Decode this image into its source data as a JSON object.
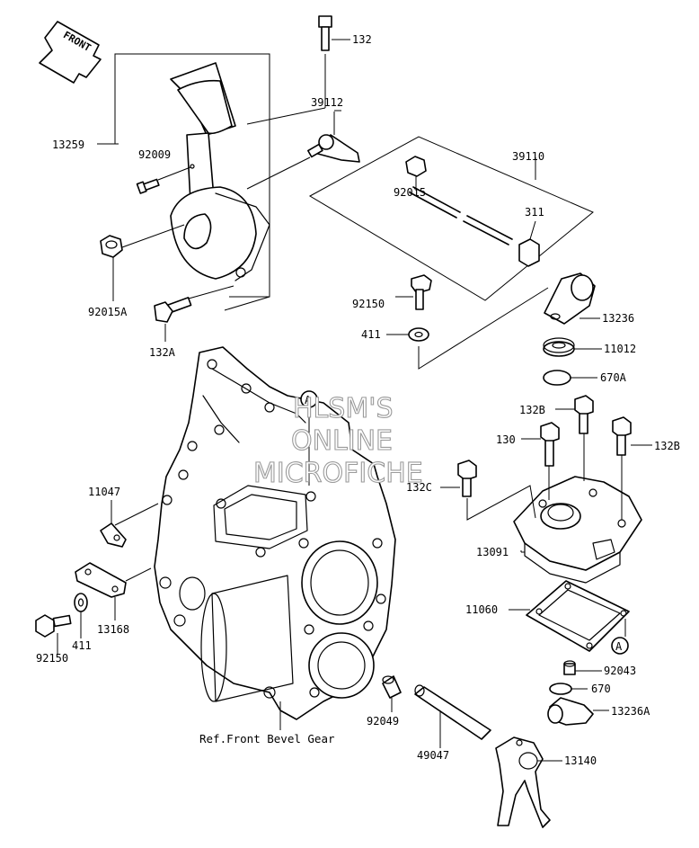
{
  "front_label": "FRONT",
  "watermark": {
    "line1": "HLSM'S",
    "line2": "ONLINE",
    "line3": "MICROFICHE"
  },
  "ref_marker": "A",
  "callouts": {
    "p132": "132",
    "p39112": "39112",
    "p13259": "13259",
    "p92009": "92009",
    "p39110": "39110",
    "p92015": "92015",
    "p311": "311",
    "p92015A": "92015A",
    "p132A": "132A",
    "p92150_top": "92150",
    "p13236": "13236",
    "p411_top": "411",
    "p11012": "11012",
    "p670A": "670A",
    "p132B_left": "132B",
    "p130": "130",
    "p132B_right": "132B",
    "p132C": "132C",
    "p11047": "11047",
    "p13091": "13091",
    "p13168": "13168",
    "p11060": "11060",
    "p92150_bottom": "92150",
    "p411_bottom": "411",
    "p92043": "92043",
    "p670": "670",
    "p13236A": "13236A",
    "p92049": "92049",
    "p49047": "49047",
    "p13140": "13140",
    "ref_front_bevel": "Ref.Front Bevel Gear"
  }
}
